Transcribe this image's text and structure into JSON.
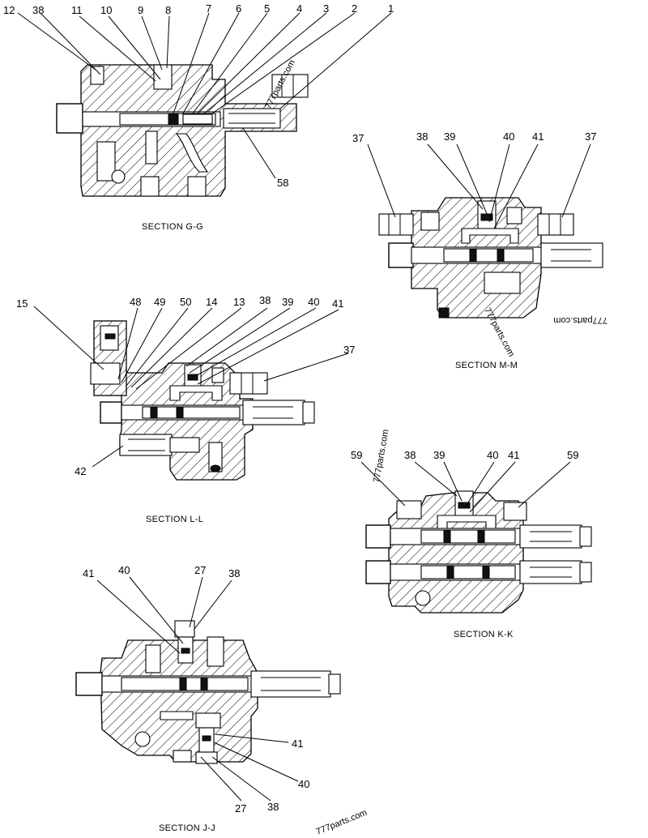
{
  "sections": {
    "gg": {
      "caption": "SECTION G-G",
      "callouts": [
        "12",
        "38",
        "11",
        "10",
        "9",
        "8",
        "7",
        "6",
        "5",
        "4",
        "3",
        "2",
        "1",
        "58"
      ]
    },
    "mm": {
      "caption": "SECTION M-M",
      "callouts": [
        "37",
        "38",
        "39",
        "40",
        "41",
        "37"
      ]
    },
    "ll": {
      "caption": "SECTION L-L",
      "callouts": [
        "15",
        "48",
        "49",
        "50",
        "14",
        "13",
        "38",
        "39",
        "40",
        "41",
        "37",
        "42"
      ]
    },
    "kk": {
      "caption": "SECTION K-K",
      "callouts": [
        "59",
        "38",
        "39",
        "40",
        "41",
        "59"
      ]
    },
    "jj": {
      "caption": "SECTION J-J",
      "callouts": [
        "41",
        "40",
        "27",
        "38",
        "41",
        "40",
        "27",
        "38"
      ]
    }
  },
  "watermarks": [
    "777parts.com",
    "777parts.com",
    "777parts.com",
    "777parts.com"
  ]
}
